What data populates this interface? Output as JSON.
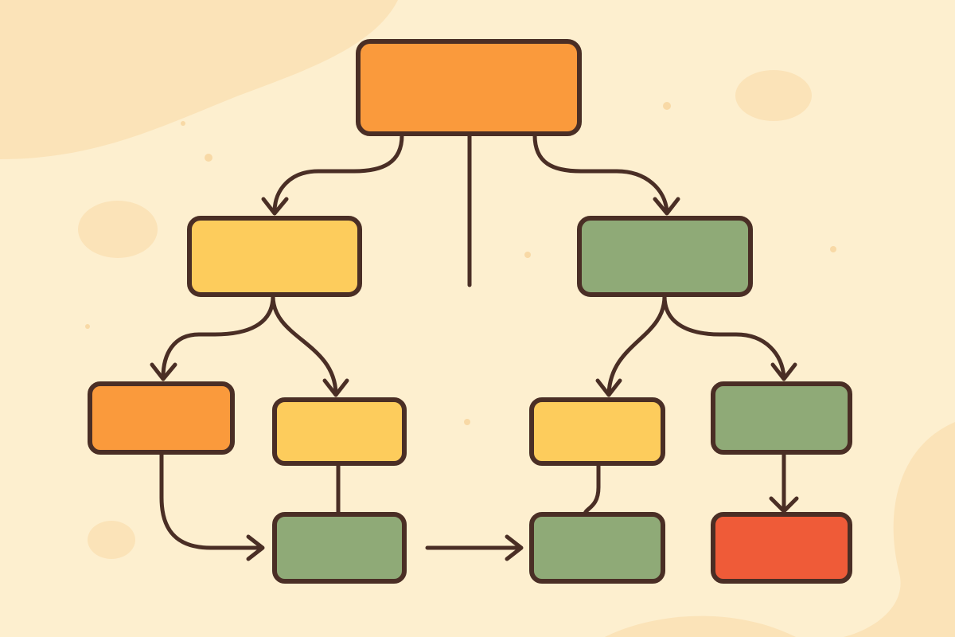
{
  "colors": {
    "background": "#FDEFCF",
    "background_blob": "#FBE3B8",
    "outline": "#4A2E25",
    "orange": "#FA9A3C",
    "yellow": "#FDCC5C",
    "green": "#8FAA77",
    "red": "#EF5B38"
  },
  "nodes": [
    {
      "id": "root",
      "color": "orange"
    },
    {
      "id": "left-child",
      "color": "yellow"
    },
    {
      "id": "right-child",
      "color": "green"
    },
    {
      "id": "left-left",
      "color": "orange"
    },
    {
      "id": "left-right",
      "color": "yellow"
    },
    {
      "id": "right-left",
      "color": "yellow"
    },
    {
      "id": "right-right",
      "color": "green"
    },
    {
      "id": "bottom-1",
      "color": "green"
    },
    {
      "id": "bottom-2",
      "color": "green"
    },
    {
      "id": "bottom-3",
      "color": "red"
    }
  ]
}
